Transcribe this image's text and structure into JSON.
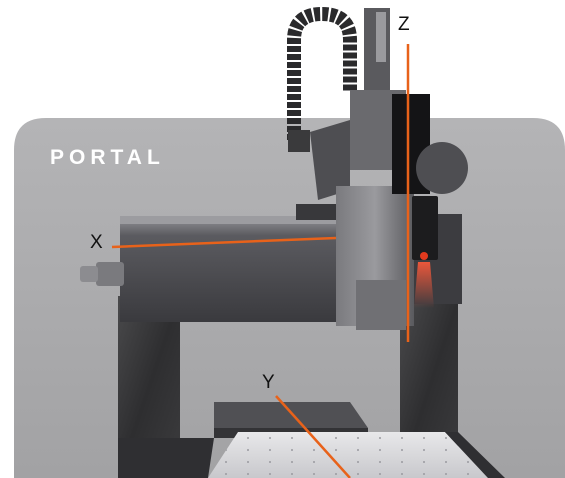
{
  "title": "PORTAL",
  "axes": {
    "x": "X",
    "y": "Y",
    "z": "Z"
  },
  "colors": {
    "panel": "#a9a9ab",
    "accent": "#e8621a",
    "granite": "#3e3e40",
    "steel": "#6c6c70",
    "laser": "#e23a1e"
  }
}
